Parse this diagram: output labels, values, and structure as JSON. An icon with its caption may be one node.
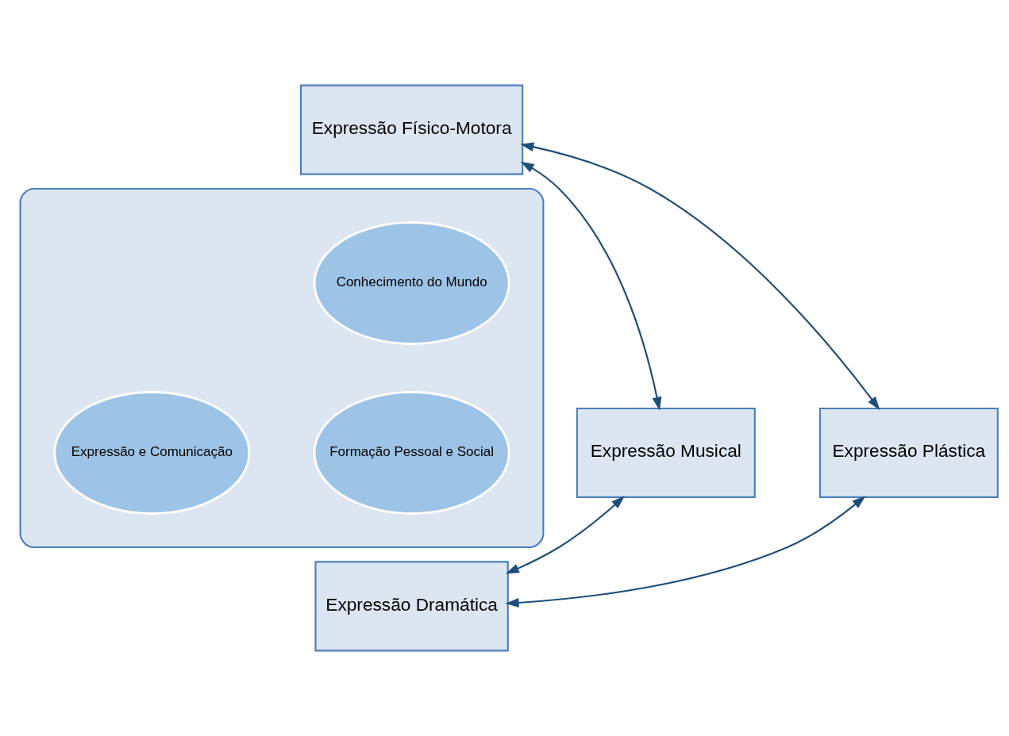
{
  "diagram": {
    "nodes": [
      {
        "text": [
          "Expressão Físico-Motora"
        ]
      },
      {
        "text": [],
        "shape": "arrow"
      },
      {
        "text": [
          "Conhecimento do Mundo"
        ],
        "in": 1
      },
      {
        "text": [
          "Expressão e Comunicação"
        ],
        "in": 1
      },
      {
        "text": [
          "Formação Pessoal e Social"
        ],
        "in": 1
      },
      {
        "text": [
          "Expressão Musical"
        ]
      },
      {
        "text": [
          "Expressão Plástica"
        ]
      },
      {
        "text": [
          "Expressão Dramática"
        ]
      }
    ],
    "edges": [
      {
        "from": 0,
        "to": 6,
        "arrow": "both"
      },
      {
        "from": 6,
        "to": 7,
        "arrow": "both"
      },
      {
        "from": 5,
        "to": 7,
        "arrow": "both"
      },
      {
        "from": 0,
        "to": 5,
        "arrow": "both"
      }
    ]
  }
}
